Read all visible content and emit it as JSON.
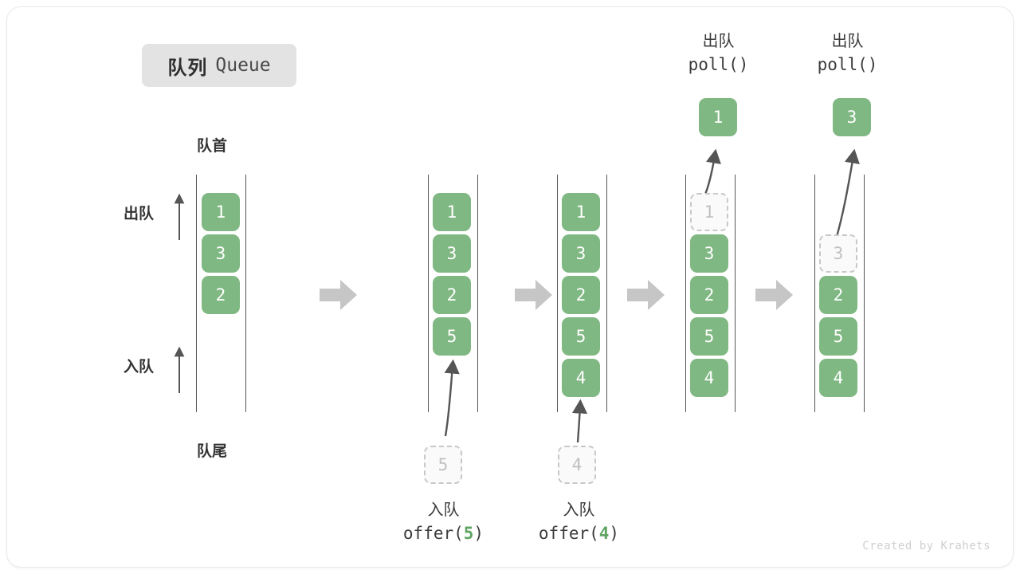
{
  "title": {
    "cn": "队列",
    "en": "Queue"
  },
  "labels": {
    "head": "队首",
    "tail": "队尾",
    "dequeue": "出队",
    "enqueue": "入队"
  },
  "footer": "Created by Krahets",
  "colors": {
    "cell_fill": "#7fb882",
    "cell_text": "#ffffff",
    "ghost_border": "#c8c8c8",
    "ghost_text": "#c0c0c0",
    "rail": "#555555",
    "step_arrow": "#c6c6c6",
    "badge_bg": "#e3e3e3",
    "accent_green": "#5fa463"
  },
  "steps": [
    {
      "id": "step-1",
      "cells": [
        "1",
        "3",
        "2"
      ],
      "ghost_index": -1,
      "side_labels": {
        "dequeue": "出队",
        "enqueue": "入队"
      },
      "head_label": "队首",
      "tail_label": "队尾"
    },
    {
      "id": "step-2",
      "cells": [
        "1",
        "3",
        "2",
        "5"
      ],
      "ghost_index": -1,
      "incoming_value": "5",
      "caption_cn": "入队",
      "caption_fn": "offer(",
      "caption_arg": "5",
      "caption_fn_end": ")"
    },
    {
      "id": "step-3",
      "cells": [
        "1",
        "3",
        "2",
        "5",
        "4"
      ],
      "ghost_index": -1,
      "incoming_value": "4",
      "caption_cn": "入队",
      "caption_fn": "offer(",
      "caption_arg": "4",
      "caption_fn_end": ")"
    },
    {
      "id": "step-4",
      "cells": [
        "1",
        "3",
        "2",
        "5",
        "4"
      ],
      "ghost_index": 0,
      "popped_value": "1",
      "caption_cn": "出队",
      "caption_fn": "poll()"
    },
    {
      "id": "step-5",
      "cells": [
        "",
        "3",
        "2",
        "5",
        "4"
      ],
      "ghost_index": 1,
      "popped_value": "3",
      "caption_cn": "出队",
      "caption_fn": "poll()"
    }
  ]
}
